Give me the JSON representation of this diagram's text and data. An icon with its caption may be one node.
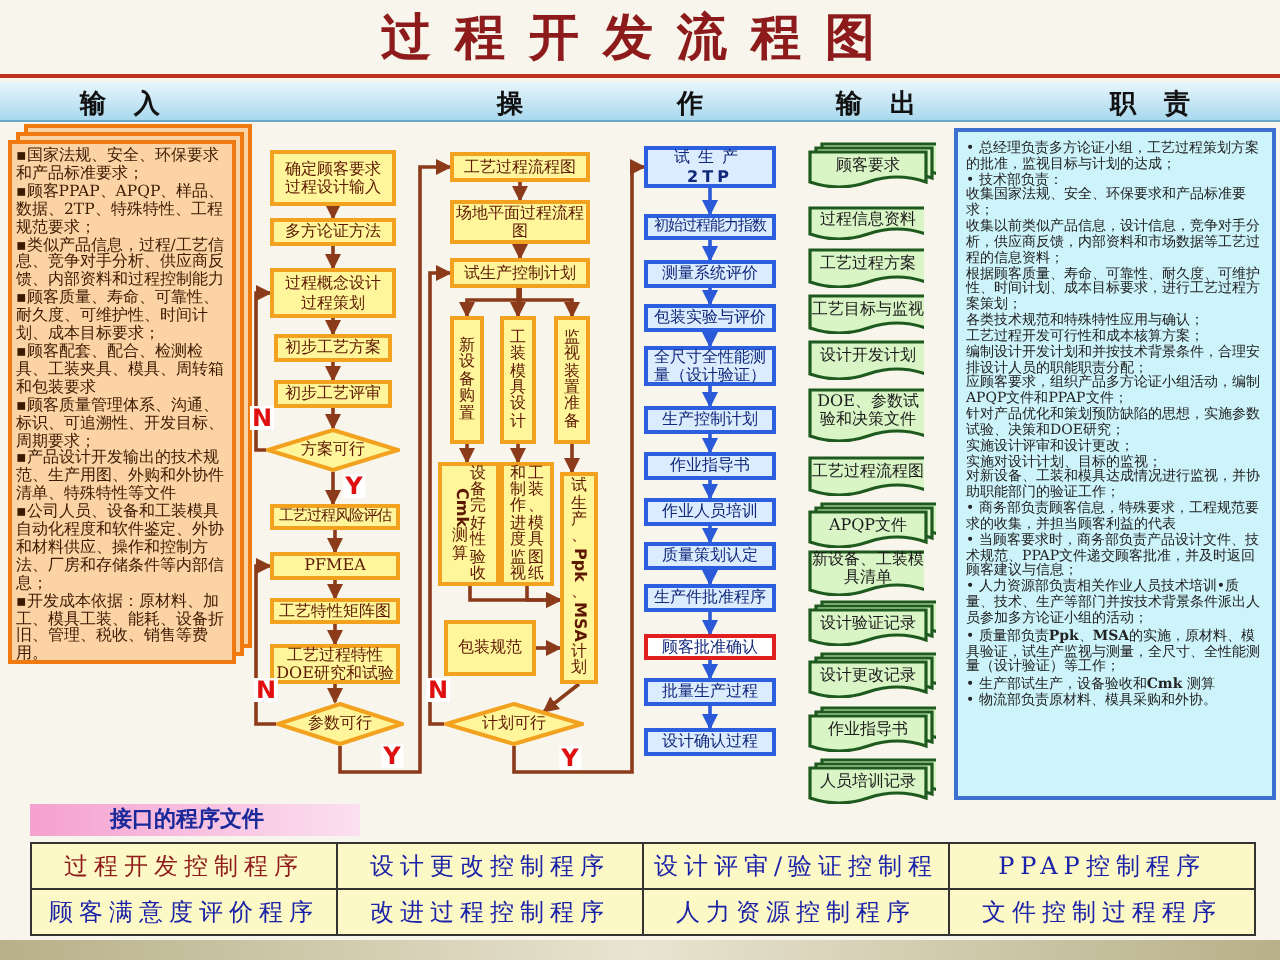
{
  "diagram": {
    "title": "过程开发流程图",
    "nodes": [
      {
        "text": [
          "▪国家法规、安全、环保要求和产品标准要求；",
          "▪顾客PPAP、APQP、样品、数据、2TP、特殊特性、工程规范要求；",
          "▪类似产品信息，过程/工艺信息、竞争对手分析、供应商反馈、内部资料和过程控制能力",
          "▪顾客质量、寿命、可靠性、耐久度、可维护性、时间计划、成本目标要求；",
          "▪顾客配套、配合、检测检具、工装夹具、模具、周转箱和包装要求",
          "▪顾客质量管理体系、沟通、标识、可追溯性、开发目标、周期要求；",
          "▪产品设计开发输出的技术规范、生产用图、外购和外协件清单、特殊特性等文件",
          "▪公司人员、设备和工装模具自动化程度和软件鉴定、外协和材料供应、操作和控制方法、厂房和存储条件等内部信息；",
          "▪开发成本依据：原材料、加工、模具工装、能耗、设备折旧、管理、税收、销售等费用。"
        ]
      },
      {
        "text": [
          "确定顾客要求",
          "过程设计输入"
        ]
      },
      {
        "text": [
          "多方论证方法"
        ]
      },
      {
        "text": [
          "过程概念设计",
          "过程策划"
        ]
      },
      {
        "text": [
          "初步工艺方案"
        ]
      },
      {
        "text": [
          "初步工艺评审"
        ]
      },
      {
        "text": [
          "方案可行"
        ]
      },
      {
        "text": [
          "工艺过程风险评估"
        ]
      },
      {
        "text": [
          "PFMEA"
        ]
      },
      {
        "text": [
          "工艺特性矩阵图"
        ]
      },
      {
        "text": [
          "工艺过程特性",
          "DOE研究和试验"
        ]
      },
      {
        "text": [
          "参数可行"
        ]
      },
      {
        "text": [
          "工艺过程流程图"
        ]
      },
      {
        "text": [
          "场地平面过程流程图"
        ]
      },
      {
        "text": [
          "试生产控制计划"
        ]
      },
      {
        "text": [
          "新设备购置"
        ]
      },
      {
        "text": [
          "工装模具设计"
        ]
      },
      {
        "text": [
          "监视装置准备"
        ]
      },
      {
        "text": [
          "Cmk测算",
          "设备完好性验收"
        ]
      },
      {
        "text": [
          "和制作进度监视",
          "工装、模具图纸"
        ]
      },
      {
        "text": [
          "试生产、Ppk、MSA计划"
        ]
      },
      {
        "text": [
          "包装规范"
        ]
      },
      {
        "text": [
          "计划可行"
        ]
      },
      {
        "text": [
          "试生产",
          "2TP"
        ]
      },
      {
        "text": [
          "初始过程能力指数"
        ]
      },
      {
        "text": [
          "测量系统评价"
        ]
      },
      {
        "text": [
          "包装实验与评价"
        ]
      },
      {
        "text": [
          "全尺寸全性能测量（设计验证）"
        ]
      },
      {
        "text": [
          "生产控制计划"
        ]
      },
      {
        "text": [
          "作业指导书"
        ]
      },
      {
        "text": [
          "作业人员培训"
        ]
      },
      {
        "text": [
          "质量策划认定"
        ]
      },
      {
        "text": [
          "生产件批准程序"
        ]
      },
      {
        "text": [
          "顾客批准确认"
        ]
      },
      {
        "text": [
          "批量生产过程"
        ]
      },
      {
        "text": [
          "设计确认过程"
        ]
      },
      {
        "text": [
          "顾客要求"
        ]
      },
      {
        "text": [
          "过程信息资料"
        ]
      },
      {
        "text": [
          "工艺过程方案"
        ]
      },
      {
        "text": [
          "工艺目标与监视"
        ]
      },
      {
        "text": [
          "设计开发计划"
        ]
      },
      {
        "text": [
          "DOE、参数试验和决策文件"
        ]
      },
      {
        "text": [
          "工艺过程流程图"
        ]
      },
      {
        "text": [
          "APQP文件"
        ]
      },
      {
        "text": [
          "新设备、工装模具清单"
        ]
      },
      {
        "text": [
          "设计验证记录"
        ]
      },
      {
        "text": [
          "设计更改记录"
        ]
      },
      {
        "text": [
          "作业指导书"
        ]
      },
      {
        "text": [
          "人员培训记录"
        ]
      },
      {
        "text": [
          "• 总经理负责多方论证小组，工艺过程策划方案的批准，监视目标与计划的达成；",
          "• 技术部负责：",
          "收集国家法规、安全、环保要求和产品标准要求；",
          "收集以前类似产品信息，设计信息，竞争对手分析，供应商反馈，内部资料和市场数据等工艺过程的信息资料；",
          "根据顾客质量、寿命、可靠性、耐久度、可维护性、时间计划、成本目标要求，进行工艺过程方案策划；",
          "各类技术规范和特殊特性应用与确认；",
          "工艺过程开发可行性和成本核算方案；",
          "编制设计开发计划和并按技术背景条件，合理安排设计人员的职能职责分配；",
          "应顾客要求，组织产品多方论证小组活动，编制APQP文件和PPAP文件；",
          "针对产品优化和策划预防缺陷的思想，实施参数试验、决策和DOE研究；",
          "实施设计评审和设计更改；",
          "实施对设计计划、目标的监视；",
          "对新设备、工装和模具达成情况进行监视，并协助职能部门的验证工作；",
          "• 商务部负责顾客信息，特殊要求，工程规范要求的收集，并担当顾客利益的代表",
          "• 当顾客要求时，商务部负责产品设计文件、技术规范、PPAP文件递交顾客批准，并及时返回顾客建议与信息；",
          "• 人力资源部负责相关作业人员技术培训•质量、技术、生产等部门并按技术背景条件派出人员参加多方论证小组的活动；",
          "• 质量部负责**Ppk**、**MSA**的实施，原材料、模具验证，试生产监视与测量，全尺寸、全性能测量（设计验证）等工作；",
          "• 生产部试生产，设备验收和**Cmk** 测算",
          "• 物流部负责原材料、模具采购和外协。"
        ]
      }
    ],
    "edges": [
      {
        "from": 1,
        "to": 2,
        "arrow": "to"
      },
      {
        "from": 2,
        "to": 3,
        "arrow": "to"
      },
      {
        "from": 3,
        "to": 4,
        "arrow": "to"
      },
      {
        "from": 4,
        "to": 5,
        "arrow": "to"
      },
      {
        "from": 5,
        "to": 6,
        "arrow": "to"
      },
      {
        "from": 6,
        "to": 7,
        "arrow": "to",
        "label": "Y"
      },
      {
        "from": 6,
        "to": 3,
        "arrow": "to",
        "label": "N"
      },
      {
        "from": 7,
        "to": 8,
        "arrow": "to"
      },
      {
        "from": 8,
        "to": 9,
        "arrow": "to"
      },
      {
        "from": 9,
        "to": 10,
        "arrow": "to"
      },
      {
        "from": 10,
        "to": 11,
        "arrow": "to"
      },
      {
        "from": 11,
        "to": 8,
        "arrow": "to",
        "label": "N"
      },
      {
        "from": 11,
        "to": 12,
        "arrow": "to",
        "label": "Y"
      },
      {
        "from": 12,
        "to": 13,
        "arrow": "to"
      },
      {
        "from": 13,
        "to": 14,
        "arrow": "to"
      },
      {
        "from": 14,
        "to": 15,
        "arrow": "to"
      },
      {
        "from": 14,
        "to": 16,
        "arrow": "to"
      },
      {
        "from": 14,
        "to": 17,
        "arrow": "to"
      },
      {
        "from": 15,
        "to": 18,
        "arrow": "to"
      },
      {
        "from": 16,
        "to": 19,
        "arrow": "to"
      },
      {
        "from": 17,
        "to": 20,
        "arrow": "to"
      },
      {
        "from": 18,
        "to": 20,
        "arrow": "to"
      },
      {
        "from": 19,
        "to": 20,
        "arrow": "to"
      },
      {
        "from": 21,
        "to": 20,
        "arrow": "to"
      },
      {
        "from": 20,
        "to": 22,
        "arrow": "to"
      },
      {
        "from": 22,
        "to": 14,
        "arrow": "to",
        "label": "N"
      },
      {
        "from": 22,
        "to": 23,
        "arrow": "to",
        "label": "Y"
      },
      {
        "from": 23,
        "to": 24,
        "arrow": "to",
        "color": "#2a5ad8"
      },
      {
        "from": 24,
        "to": 25,
        "arrow": "to",
        "color": "#2a5ad8"
      },
      {
        "from": 25,
        "to": 26,
        "arrow": "to",
        "color": "#2a5ad8"
      },
      {
        "from": 26,
        "to": 27,
        "arrow": "to",
        "color": "#2a5ad8"
      },
      {
        "from": 27,
        "to": 28,
        "arrow": "to",
        "color": "#2a5ad8"
      },
      {
        "from": 28,
        "to": 29,
        "arrow": "to",
        "color": "#2a5ad8"
      },
      {
        "from": 29,
        "to": 30,
        "arrow": "to",
        "color": "#2a5ad8"
      },
      {
        "from": 30,
        "to": 31,
        "arrow": "to",
        "color": "#2a5ad8"
      },
      {
        "from": 31,
        "to": 32,
        "arrow": "to",
        "color": "#2a5ad8"
      },
      {
        "from": 32,
        "to": 33,
        "arrow": "to",
        "color": "#2a5ad8"
      },
      {
        "from": 33,
        "to": 34,
        "arrow": "to",
        "color": "#2a5ad8"
      },
      {
        "from": 34,
        "to": 35,
        "arrow": "to",
        "color": "#2a5ad8"
      }
    ],
    "labels": [
      "输入",
      "操",
      "作",
      "输出",
      "职责",
      "接口的程序文件",
      "过程开发控制程序",
      "设计更改控制程序",
      "设计评审/验证控制程",
      "PPAP控制程序",
      "顾客满意度评价程序",
      "改进过程控制程序",
      "人力资源控制程序",
      "文件控制过程程序"
    ]
  }
}
